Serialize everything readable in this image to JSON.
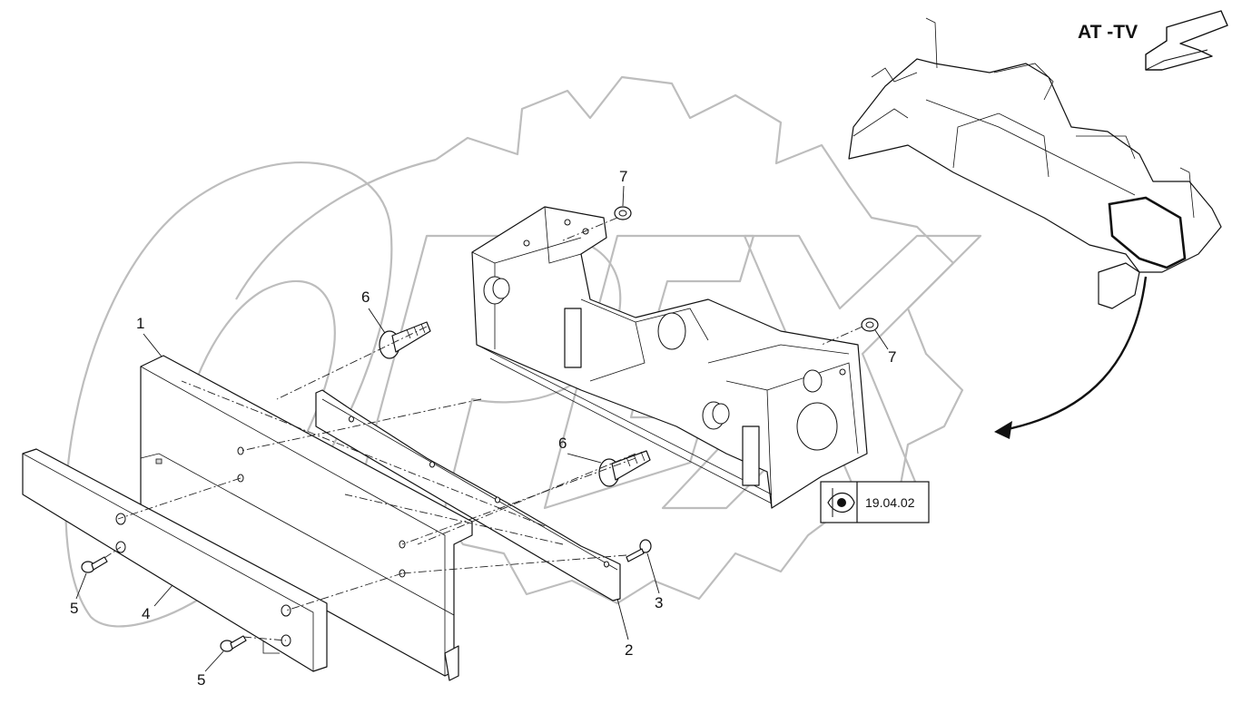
{
  "view_label": "AT -TV",
  "reference_box": "19.04.02",
  "watermark": "OPEX",
  "callouts": [
    {
      "id": "c1",
      "text": "1"
    },
    {
      "id": "c2",
      "text": "2"
    },
    {
      "id": "c3",
      "text": "3"
    },
    {
      "id": "c4",
      "text": "4"
    },
    {
      "id": "c5a",
      "text": "5"
    },
    {
      "id": "c5b",
      "text": "5"
    },
    {
      "id": "c6a",
      "text": "6"
    },
    {
      "id": "c6b",
      "text": "6"
    },
    {
      "id": "c7a",
      "text": "7"
    },
    {
      "id": "c7b",
      "text": "7"
    }
  ]
}
